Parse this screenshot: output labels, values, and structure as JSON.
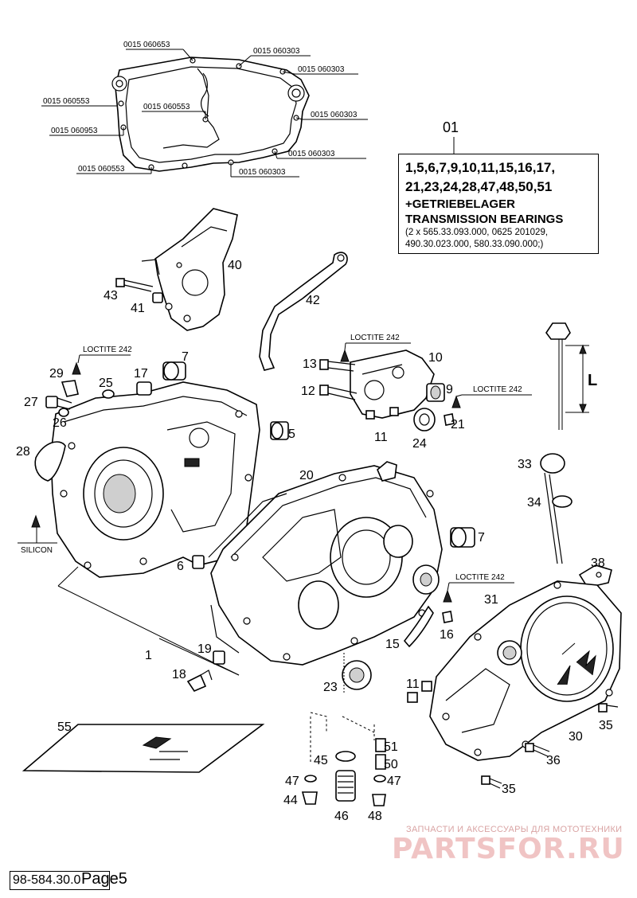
{
  "gasket": {
    "codes": {
      "c1": "0015 060653",
      "c2": "0015 060303",
      "c3": "0015 060303",
      "c4": "0015 060553",
      "c5": "0015 060553",
      "c6": "0015 060303",
      "c7": "0015 060953",
      "c8": "0015 060303",
      "c9": "0015 060553",
      "c10": "0015 060303"
    }
  },
  "kit": {
    "number": "01",
    "line1": "1,5,6,7,9,10,11,15,16,17,",
    "line2": "21,23,24,28,47,48,50,51",
    "line3": "+GETRIEBELAGER",
    "line4": "TRANSMISSION BEARINGS",
    "line5": "(2 x 565.33.093.000, 0625 201029,",
    "line6": "490.30.023.000, 580.33.090.000;)"
  },
  "labels": {
    "loctite1": "LOCTITE 242",
    "loctite2": "LOCTITE 242",
    "loctite3": "LOCTITE 242",
    "loctite4": "LOCTITE 242",
    "silicon": "SILICON",
    "dipstick": "L"
  },
  "parts": {
    "p40": "40",
    "p43": "43",
    "p41": "41",
    "p42": "42",
    "p7a": "7",
    "p29": "29",
    "p25": "25",
    "p17": "17",
    "p27": "27",
    "p26": "26",
    "p28": "28",
    "p5": "5",
    "p13": "13",
    "p10": "10",
    "p12": "12",
    "p9": "9",
    "p21": "21",
    "p11a": "11",
    "p24": "24",
    "p20": "20",
    "p33": "33",
    "p34": "34",
    "p7b": "7",
    "p6": "6",
    "p38": "38",
    "p31": "31",
    "p16": "16",
    "p15": "15",
    "p1": "1",
    "p19": "19",
    "p18": "18",
    "p23": "23",
    "p11b": "11",
    "p30": "30",
    "p35a": "35",
    "p55": "55",
    "p45": "45",
    "p51": "51",
    "p50": "50",
    "p47a": "47",
    "p47b": "47",
    "p36": "36",
    "p35b": "35",
    "p44": "44",
    "p46": "46",
    "p48": "48"
  },
  "footer": {
    "code": "98-584.30.0",
    "page": "Page5"
  },
  "watermark": {
    "small": "ЗАПЧАСТИ И АКСЕССУАРЫ ДЛЯ МОТОТЕХНИКИ",
    "big": "PARTSFOR.RU"
  }
}
